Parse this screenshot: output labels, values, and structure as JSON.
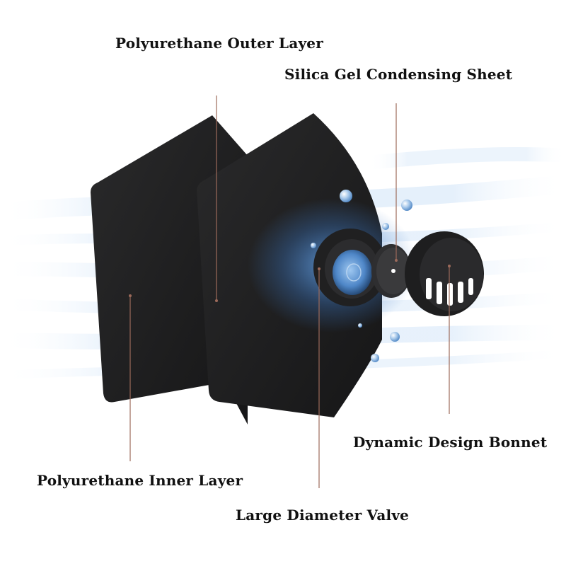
{
  "labels": {
    "outer_layer": "Polyurethane Outer Layer",
    "silica_sheet": "Silica Gel Condensing Sheet",
    "bonnet": "Dynamic Design Bonnet",
    "inner_layer": "Polyurethane Inner Layer",
    "valve": "Large Diameter Valve"
  },
  "colors": {
    "background": "#ffffff",
    "mask_layer": "#1e1e1f",
    "airflow": "#7fb4ea",
    "leader_line": "#9c6a5a",
    "label_text": "#111111"
  }
}
